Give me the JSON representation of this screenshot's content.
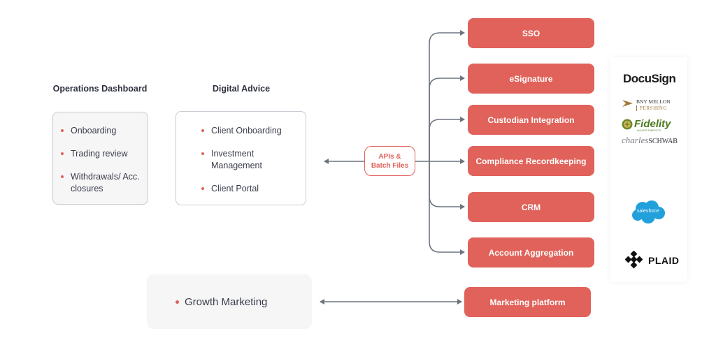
{
  "operations": {
    "title": "Operations Dashboard",
    "items": [
      "Onboarding",
      "Trading review",
      "Withdrawals/ Acc. closures"
    ]
  },
  "digital": {
    "title": "Digital Advice",
    "items": [
      "Client Onboarding",
      "Investment Management",
      "Client Portal"
    ]
  },
  "api": {
    "line1": "APIs &",
    "line2": "Batch Files"
  },
  "services": [
    "SSO",
    "eSignature",
    "Custodian Integration",
    "Compliance Recordkeeping",
    "CRM",
    "Account Aggregation"
  ],
  "growth": {
    "label": "Growth Marketing"
  },
  "marketing": {
    "label": "Marketing platform"
  },
  "logos": {
    "docusign": "DocuSign",
    "bny_line1": "BNY MELLON",
    "bny_line2": "PERSHING",
    "fidelity": "Fidelity",
    "fidelity_sub": "INVESTMENTS",
    "schwab_a": "charles",
    "schwab_b": "SCHWAB",
    "salesforce": "salesforce",
    "plaid": "PLAID"
  },
  "colors": {
    "accent": "#e0625a",
    "connector": "#6e7480",
    "text": "#3a3d4a"
  }
}
